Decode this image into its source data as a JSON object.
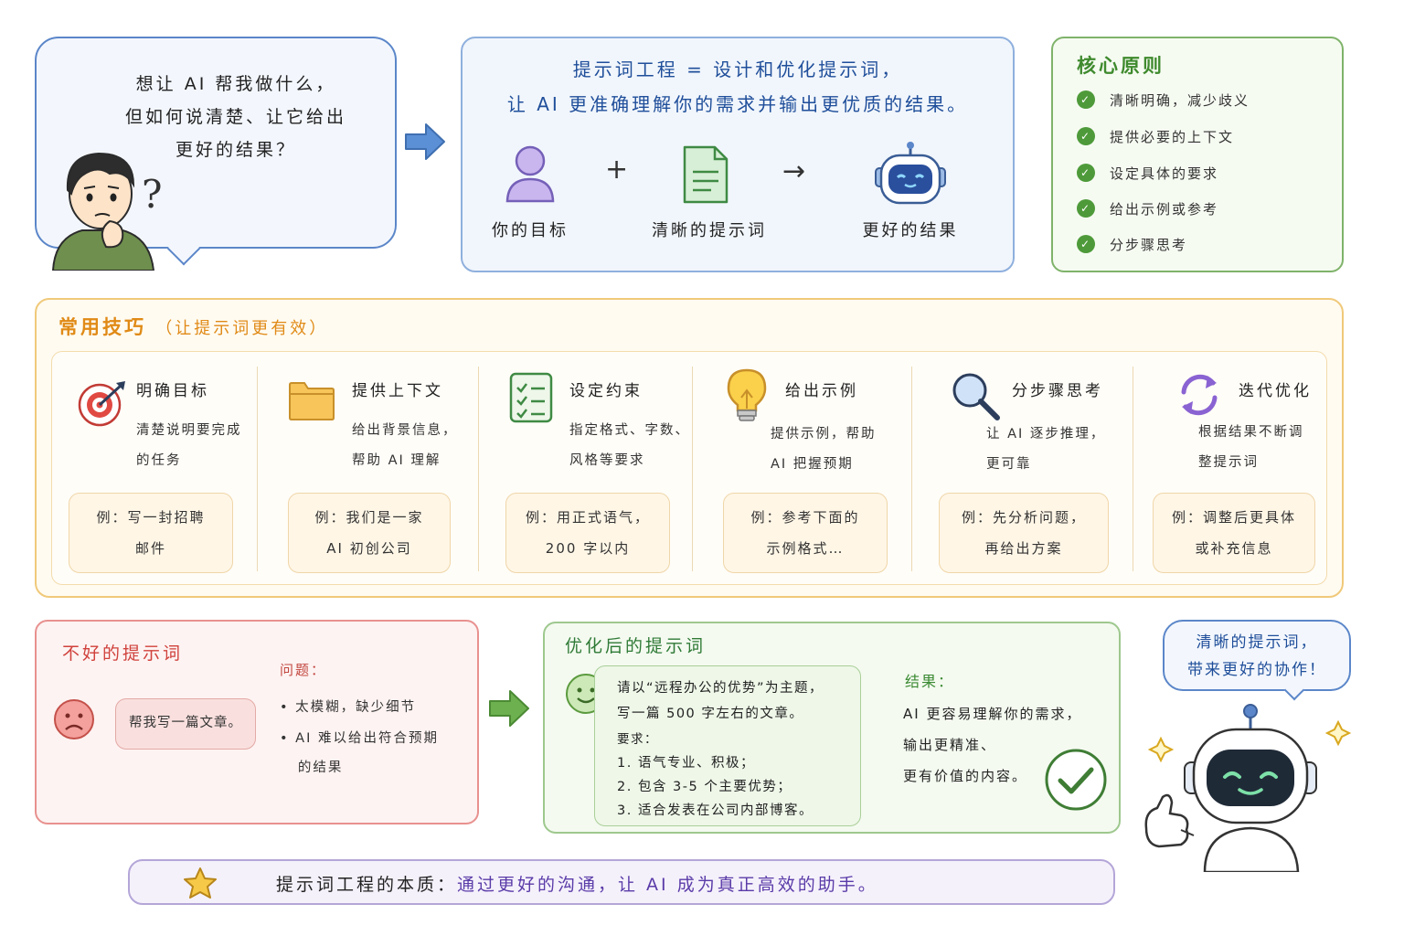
{
  "question": {
    "lines": [
      "想让 AI 帮我做什么，",
      "但如何说清楚、让它给出",
      "更好的结果？"
    ],
    "qmark": "?"
  },
  "definition": {
    "line1": "提示词工程 = 设计和优化提示词，",
    "line2": "让 AI 更准确理解你的需求并输出更优质的结果。",
    "flow": [
      {
        "label": "你的目标",
        "icon": "person-icon"
      },
      {
        "label": "清晰的提示词",
        "icon": "document-icon"
      },
      {
        "label": "更好的结果",
        "icon": "robot-icon"
      }
    ],
    "plus": "+",
    "arrow": "→"
  },
  "core": {
    "title": "核心原则",
    "items": [
      "清晰明确，减少歧义",
      "提供必要的上下文",
      "设定具体的要求",
      "给出示例或参考",
      "分步骤思考"
    ]
  },
  "techniques": {
    "title": "常用技巧",
    "subtitle": "（让提示词更有效）",
    "items": [
      {
        "name": "明确目标",
        "icon": "target-icon",
        "desc": [
          "清楚说明要完成",
          "的任务"
        ],
        "example": [
          "例：写一封招聘",
          "邮件"
        ]
      },
      {
        "name": "提供上下文",
        "icon": "folder-icon",
        "desc": [
          "给出背景信息，",
          "帮助 AI 理解"
        ],
        "example": [
          "例：我们是一家",
          "AI 初创公司"
        ]
      },
      {
        "name": "设定约束",
        "icon": "checklist-icon",
        "desc": [
          "指定格式、字数、",
          "风格等要求"
        ],
        "example": [
          "例：用正式语气，",
          "200 字以内"
        ]
      },
      {
        "name": "给出示例",
        "icon": "lightbulb-icon",
        "desc": [
          "提供示例，帮助",
          "AI 把握预期"
        ],
        "example": [
          "例：参考下面的",
          "示例格式…"
        ]
      },
      {
        "name": "分步骤思考",
        "icon": "magnifier-icon",
        "desc": [
          "让 AI 逐步推理，",
          "更可靠"
        ],
        "example": [
          "例：先分析问题，",
          "再给出方案"
        ]
      },
      {
        "name": "迭代优化",
        "icon": "refresh-icon",
        "desc": [
          "根据结果不断调",
          "整提示词"
        ],
        "example": [
          "例：调整后更具体",
          "或补充信息"
        ]
      }
    ]
  },
  "bad": {
    "title": "不好的提示词",
    "prompt": "帮我写一篇文章。",
    "issues_title": "问题：",
    "issues": [
      "•  太模糊，缺少细节",
      "•  AI 难以给出符合预期",
      "   的结果"
    ]
  },
  "good": {
    "title": "优化后的提示词",
    "lines": [
      "请以“远程办公的优势”为主题，",
      "写一篇 500 字左右的文章。",
      "要求：",
      "1. 语气专业、积极；",
      "2. 包含 3-5 个主要优势；",
      "3. 适合发表在公司内部博客。"
    ],
    "result_title": "结果：",
    "result_lines": [
      "AI 更容易理解你的需求，",
      "输出更精准、",
      "更有价值的内容。"
    ]
  },
  "robot_bubble": [
    "清晰的提示词，",
    "带来更好的协作！"
  ],
  "essence": {
    "label": "提示词工程的本质：",
    "text": "通过更好的沟通，让 AI 成为真正高效的助手。"
  },
  "colors": {
    "blue": "#5b86c9",
    "green": "#4e9a3a",
    "orange": "#e08a16",
    "red": "#d0413c",
    "purple": "#5a3ba8"
  }
}
